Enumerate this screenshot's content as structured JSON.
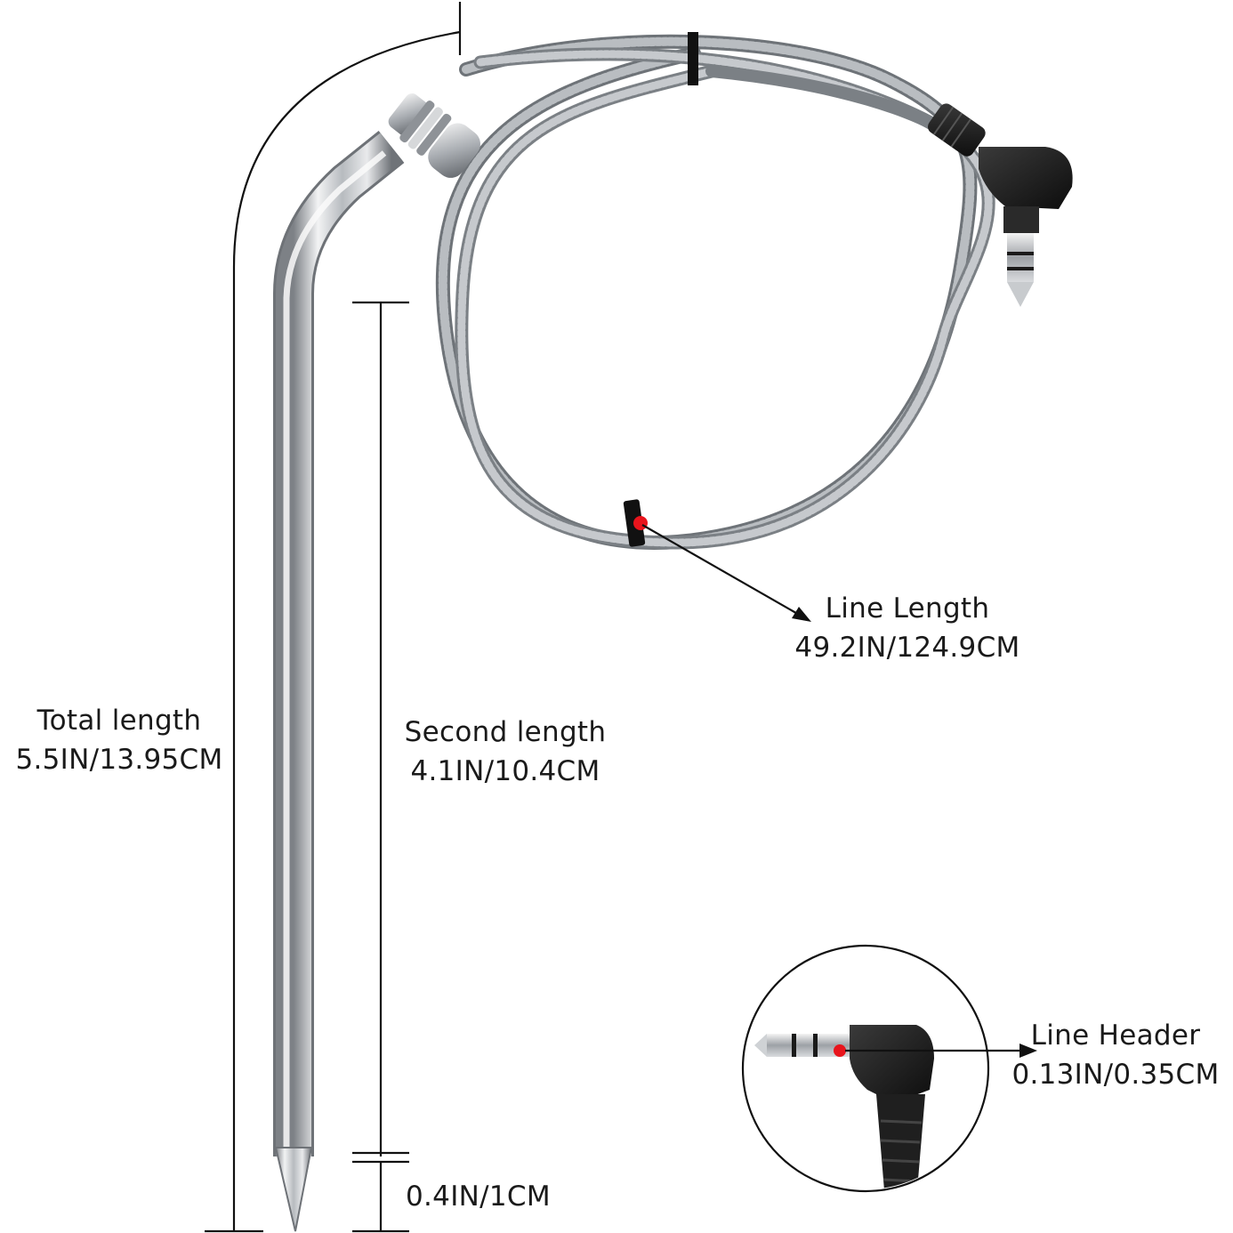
{
  "labels": {
    "total_length": {
      "title": "Total length",
      "value": "5.5IN/13.95CM"
    },
    "second_length": {
      "title": "Second length",
      "value": "4.1IN/10.4CM"
    },
    "tip_length": {
      "value": "0.4IN/1CM"
    },
    "line_length": {
      "title": "Line Length",
      "value": "49.2IN/124.9CM"
    },
    "line_header": {
      "title": "Line Header",
      "value": "0.13IN/0.35CM"
    }
  },
  "colors": {
    "dimension_line": "#111111",
    "marker_dot": "#e8141c",
    "steel": "#c4c7cb",
    "cable": "#9a9fa5",
    "plug_black": "#1b1b1b"
  },
  "icons": [
    "temperature-probe-icon",
    "braided-cable-icon",
    "audio-jack-plug-icon"
  ]
}
